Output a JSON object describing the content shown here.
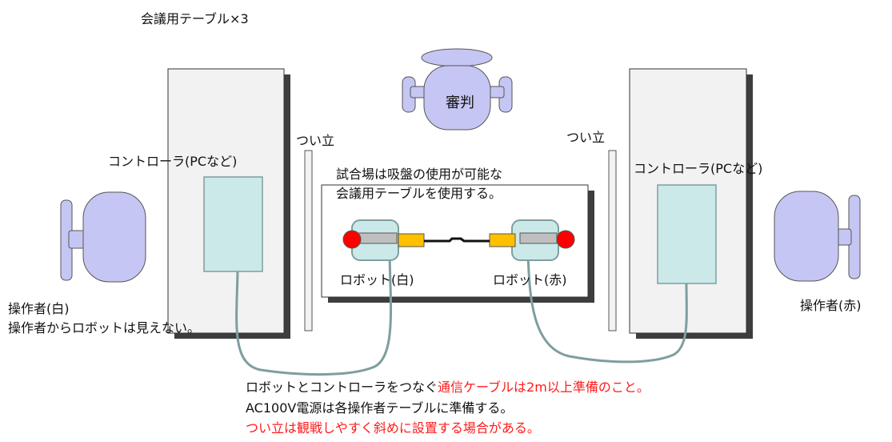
{
  "title": "会議用テーブル×3",
  "referee_label": "審判",
  "screen_left_label": "つい立",
  "screen_right_label": "つい立",
  "controller_left_label": "コントローラ(PCなど)",
  "controller_right_label": "コントローラ(PCなど)",
  "arena_note_line1": "試合場は吸盤の使用が可能な",
  "arena_note_line2": "会議用テーブルを使用する。",
  "robot_white_label": "ロボット(白)",
  "robot_red_label": "ロボット(赤)",
  "operator_white_label": "操作者(白)",
  "operator_white_note": "操作者からロボットは見えない。",
  "operator_red_label": "操作者(赤)",
  "notes": {
    "line1_black": "ロボットとコントローラをつなぐ",
    "line1_red": "通信ケーブルは2m以上準備のこと。",
    "line2": "AC100V電源は各操作者テーブルに準備する。",
    "line3": "つい立は観戦しやすく斜めに設置する場合がある。"
  },
  "colors": {
    "table_fill": "#f2f2f2",
    "shadow": "#3d3d3d",
    "controller_fill": "#cce9e9",
    "cable": "#7f9e9e",
    "person_fill": "#c6c6f4",
    "robot_head": "#ff0000",
    "robot_tape": "#ffc000",
    "note_red": "#ff1a1a"
  }
}
